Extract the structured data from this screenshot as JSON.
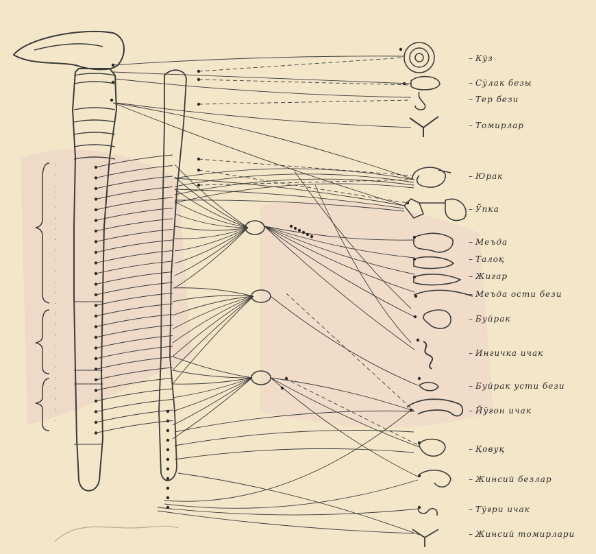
{
  "organs": [
    {
      "id": "eye",
      "label": "Кўз"
    },
    {
      "id": "salivary",
      "label": "Сўлак безы"
    },
    {
      "id": "sweat",
      "label": "Тер бези"
    },
    {
      "id": "vessels",
      "label": "Томирлар"
    },
    {
      "id": "heart",
      "label": "Юрак"
    },
    {
      "id": "lung",
      "label": "Ўпка"
    },
    {
      "id": "stomach",
      "label": "Меъда"
    },
    {
      "id": "liver",
      "label": "Талоқ"
    },
    {
      "id": "gallbladder",
      "label": "Жигар"
    },
    {
      "id": "pancreas",
      "label": "Меъда ости бези"
    },
    {
      "id": "kidney",
      "label": "Буйрак"
    },
    {
      "id": "small-intestine",
      "label": "Ингичка ичак"
    },
    {
      "id": "adrenal",
      "label": "Буйрак усти бези"
    },
    {
      "id": "large-intestine",
      "label": "Йўғон ичак"
    },
    {
      "id": "bladder",
      "label": "Қовуқ"
    },
    {
      "id": "genital",
      "label": "Жинсий безлар"
    },
    {
      "id": "rectum",
      "label": "Тўғри ичак"
    },
    {
      "id": "genital-vessels",
      "label": "Жинсий томирлари"
    }
  ],
  "colors": {
    "background": "#f3e6c9",
    "ink": "#3b3b3b",
    "patch": "#ead3c6"
  }
}
